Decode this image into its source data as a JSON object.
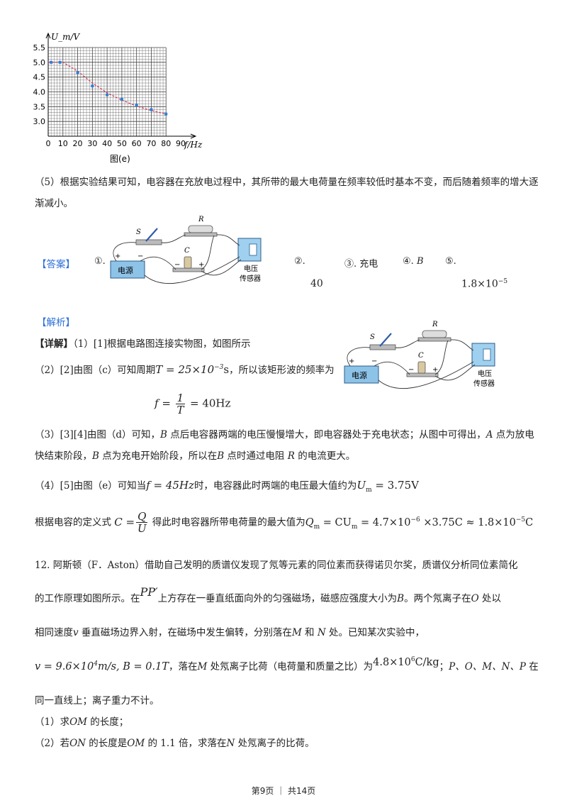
{
  "chart_data": {
    "type": "scatter",
    "ylabel": "U_m/V",
    "xlabel": "f/Hz",
    "caption": "图(e)",
    "xlim": [
      0,
      90
    ],
    "ylim": [
      2.5,
      5.5
    ],
    "xticks": [
      "0",
      "10",
      "20",
      "30",
      "40",
      "50",
      "60",
      "70",
      "80",
      "90"
    ],
    "yticks": [
      "3.0",
      "3.5",
      "4.0",
      "4.5",
      "5.0",
      "5.5"
    ],
    "grid": true,
    "points": [
      {
        "x": 2,
        "y": 5.0
      },
      {
        "x": 8,
        "y": 5.0
      },
      {
        "x": 20,
        "y": 4.65
      },
      {
        "x": 30,
        "y": 4.2
      },
      {
        "x": 40,
        "y": 3.9
      },
      {
        "x": 50,
        "y": 3.75
      },
      {
        "x": 60,
        "y": 3.55
      },
      {
        "x": 70,
        "y": 3.4
      },
      {
        "x": 80,
        "y": 3.25
      }
    ],
    "fit_line": [
      [
        0,
        5.0
      ],
      [
        10,
        5.0
      ],
      [
        20,
        4.7
      ],
      [
        30,
        4.3
      ],
      [
        40,
        3.97
      ],
      [
        50,
        3.72
      ],
      [
        60,
        3.52
      ],
      [
        70,
        3.37
      ],
      [
        80,
        3.25
      ]
    ]
  },
  "text": {
    "p5": "（5）根据实验结果可知，电容器在充放电过程中，其所带的最大电荷量在频率较低时基本不变，而后随着频率的增大逐渐减小。",
    "answer_tag": "【答案】",
    "ans1": "①.",
    "ans2": "②.",
    "ans2_val": "40",
    "ans3": "③. 充电",
    "ans4": "④.",
    "ans4_val": "B",
    "ans5": "⑤.",
    "ans5_val": "1.8×10",
    "ans5_exp": "−5",
    "analysis_tag": "【解析】",
    "detail_tag": "【详解】",
    "d1": "（1）[1]根据电路图连接实物图，如图所示",
    "d2a": "（2）[2]由图（c）可知周期",
    "d2b": "，所以该矩形波的频率为",
    "T_eq": "T = 25×10",
    "T_exp": "−3",
    "T_unit": "s",
    "f_eq_lhs": "f =",
    "f_num": "1",
    "f_den": "T",
    "f_eq_rhs": "= 40Hz",
    "d3a": "（3）[3][4]由图（d）可知，",
    "d3b": "B",
    "d3c": " 点后电容器两端的电压慢慢增大，即电容器处于充电状态；从图中可得出，",
    "d3d": "A",
    "d3e": " 点为放电快结束阶段，",
    "d3f": "B",
    "d3g": " 点为充电开始阶段，所以在",
    "d3h": "B",
    "d3i": " 点时通过电阻 ",
    "d3j": "R",
    "d3k": " 的电流更大。",
    "d4a": "（4）[5]由图（e）可知当",
    "d4_f": "f = 45Hz",
    "d4b": "时，电容器此时两端的电压最大值约为",
    "d4_U": "U",
    "d4_Usub": "m",
    "d4_Uval": " = 3.75V",
    "d5a": "根据电容的定义式",
    "C_lhs": "C =",
    "C_num": "Q",
    "C_den": "U",
    "d5b": "得此时电容器所带电荷量的最大值为",
    "Q_eq": "Q",
    "Q_sub": "m",
    "Q_rest": " = CU",
    "Q_rest_sub": "m",
    "Q_rest2": " = 4.7×10",
    "Q_exp1": "−6",
    "Q_rest3": " ×3.75C ≈ 1.8×10",
    "Q_exp2": "−5",
    "Q_rest4": "C",
    "q12a": "12. 阿斯顿（F．Aston）借助自己发明的质谱仪发现了氖等元素的同位素而获得诺贝尔奖，质谱仪分析同位素简化",
    "q12b1": "的工作原理如图所示。在",
    "q12_PP": "PP′",
    "q12b2": "上方存在一垂直纸面向外的匀强磁场，磁感应强度大小为",
    "q12b3": "B",
    "q12b4": "。两个氖离子在",
    "q12b5": "O",
    "q12b6": " 处以",
    "q12c1": "相同速度",
    "q12c2": "v",
    "q12c3": " 垂直磁场边界入射，在磁场中发生偏转，分别落在",
    "q12c4": "M",
    "q12c5": " 和 ",
    "q12c6": "N",
    "q12c7": " 处。已知某次实验中，",
    "q12d_v": "v = 9.6×10",
    "q12d_vexp": "4",
    "q12d_v2": "m/s, B = 0.1T",
    "q12d1": "，落在",
    "q12d2": "M",
    "q12d3": " 处氖离子比荷（电荷量和质量之比）为",
    "q12d_q": "4.8×10",
    "q12d_qexp": "6",
    "q12d_q2": "C/kg",
    "q12d4": "；",
    "q12d5": "P、O、M、N、P",
    "q12d6": " 在",
    "q12e": "同一直线上；离子重力不计。",
    "q12f1": "（1）求",
    "q12f2": "OM",
    "q12f3": " 的长度；",
    "q12g1": "（2）若",
    "q12g2": "ON",
    "q12g3": " 的长度是",
    "q12g4": "OM",
    "q12g5": " 的 1.1 倍，求落在",
    "q12g6": "N",
    "q12g7": " 处氖离子的比荷。",
    "footer": "第9页 ｜ 共14页"
  },
  "circuit": {
    "label_S": "S",
    "label_R": "R",
    "label_C": "C",
    "label_plus": "+",
    "label_minus": "−",
    "source_label": "电源",
    "sensor_label_1": "电压",
    "sensor_label_2": "传感器"
  }
}
